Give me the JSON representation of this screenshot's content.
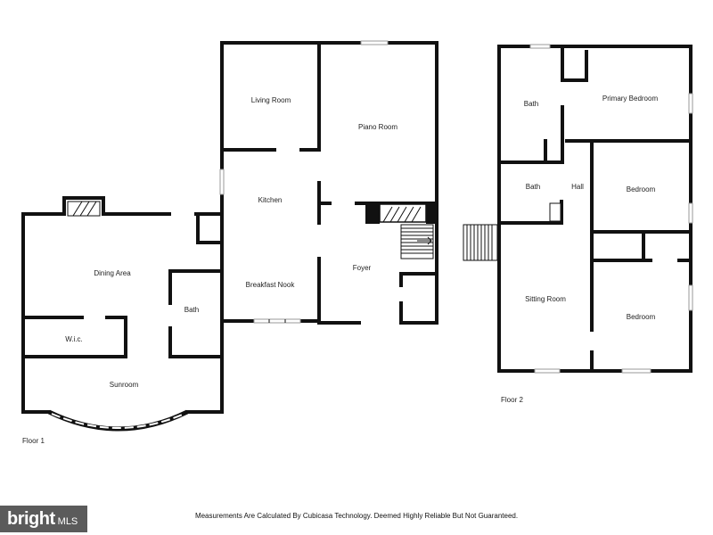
{
  "floor1": {
    "label": "Floor 1",
    "rooms": {
      "living_room": "Living Room",
      "piano_room": "Piano Room",
      "kitchen": "Kitchen",
      "breakfast_nook": "Breakfast Nook",
      "foyer": "Foyer",
      "dining_area": "Dining Area",
      "bath": "Bath",
      "wic": "W.i.c.",
      "sunroom": "Sunroom"
    }
  },
  "floor2": {
    "label": "Floor 2",
    "rooms": {
      "bath_upper": "Bath",
      "primary_bedroom": "Primary Bedroom",
      "bath_middle": "Bath",
      "hall": "Hall",
      "bedroom_upper": "Bedroom",
      "sitting_room": "Sitting Room",
      "bedroom_lower": "Bedroom"
    }
  },
  "disclaimer": "Measurements Are Calculated By Cubicasa Technology. Deemed Highly Reliable But Not Guaranteed.",
  "logo": {
    "brand": "bright",
    "suffix": "MLS"
  },
  "colors": {
    "wall": "#111111",
    "logo_bg": "#5b5b5b"
  }
}
